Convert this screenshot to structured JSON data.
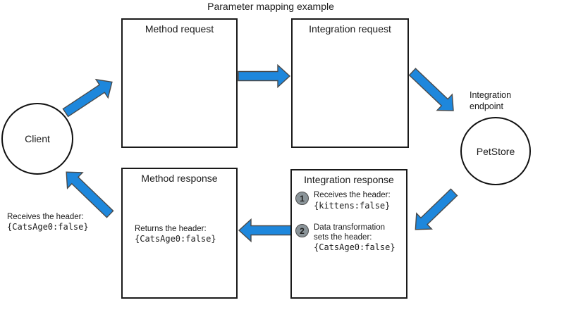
{
  "title": "Parameter mapping example",
  "colors": {
    "arrow_blue": "#1E87DC",
    "step_circle_gray": "#8A9499",
    "outline_dark": "#4a4a4a"
  },
  "client": {
    "label": "Client",
    "note": {
      "line1": "Receives the header:",
      "code": "{CatsAge0:false}"
    }
  },
  "endpoint": {
    "caption_line1": "Integration",
    "caption_line2": "endpoint",
    "label": "PetStore"
  },
  "boxes": {
    "method_request": {
      "title": "Method request"
    },
    "integration_request": {
      "title": "Integration request"
    },
    "method_response": {
      "title": "Method response",
      "body": {
        "line1": "Returns the header:",
        "code": "{CatsAge0:false}"
      }
    },
    "integration_response": {
      "title": "Integration response",
      "steps": [
        {
          "num": "1",
          "lines": [
            "Receives the header:"
          ],
          "code": "{kittens:false}"
        },
        {
          "num": "2",
          "lines": [
            "Data transformation",
            "sets the header:"
          ],
          "code": "{CatsAge0:false}"
        }
      ]
    }
  }
}
